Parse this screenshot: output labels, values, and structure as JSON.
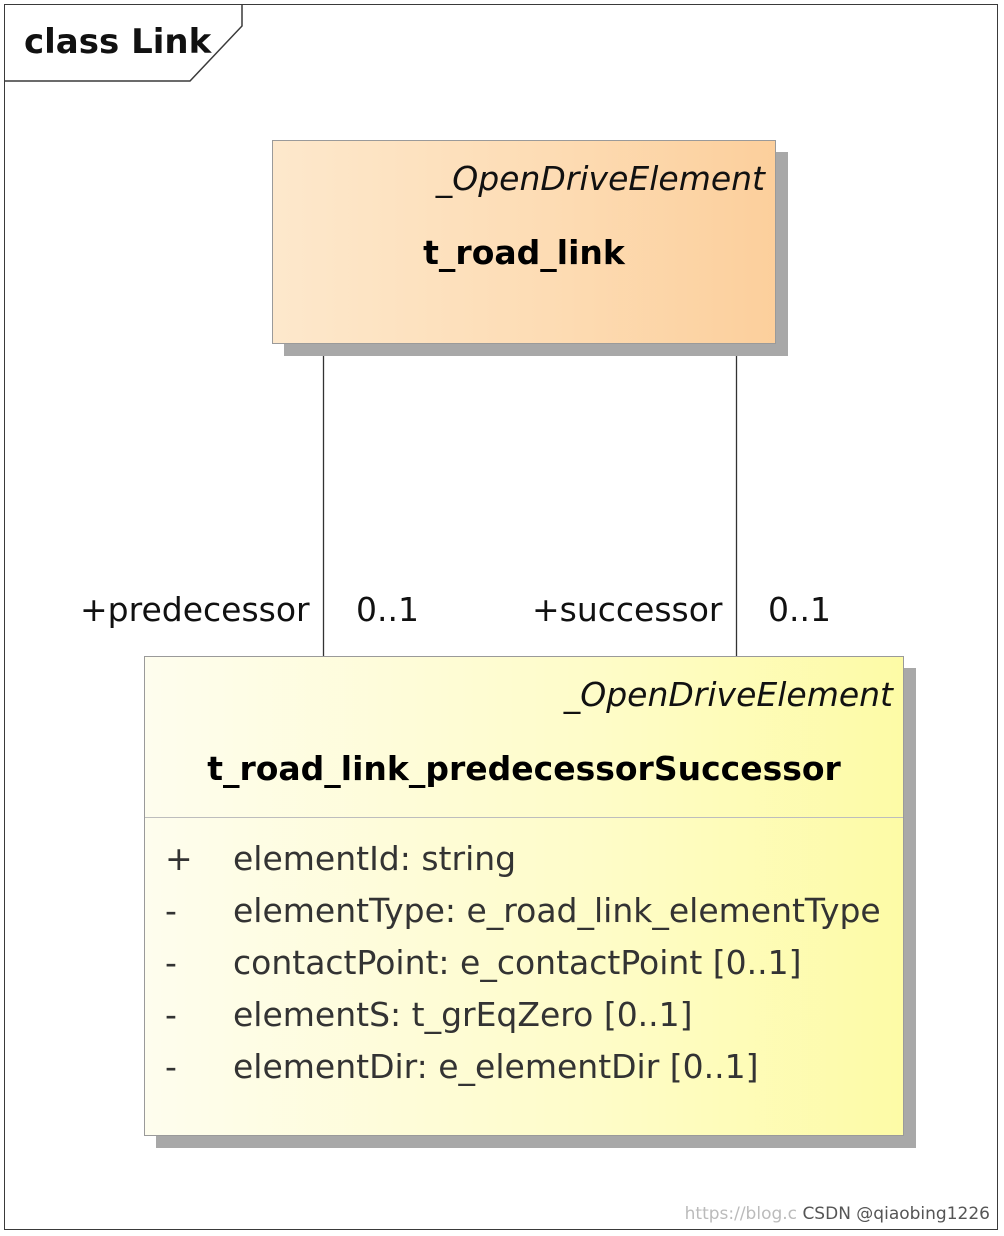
{
  "frame": {
    "title": "class Link"
  },
  "classes": {
    "road_link": {
      "stereotype": "_OpenDriveElement",
      "name": "t_road_link"
    },
    "pred_succ": {
      "stereotype": "_OpenDriveElement",
      "name": "t_road_link_predecessorSuccessor",
      "attributes": [
        {
          "visibility": "+",
          "text": "elementId: string"
        },
        {
          "visibility": "-",
          "text": "elementType: e_road_link_elementType"
        },
        {
          "visibility": "-",
          "text": "contactPoint: e_contactPoint [0..1]"
        },
        {
          "visibility": "-",
          "text": "elementS: t_grEqZero [0..1]"
        },
        {
          "visibility": "-",
          "text": "elementDir: e_elementDir [0..1]"
        }
      ]
    }
  },
  "associations": {
    "predecessor": {
      "role": "+predecessor",
      "multiplicity": "0..1"
    },
    "successor": {
      "role": "+successor",
      "multiplicity": "0..1"
    }
  },
  "watermark": {
    "faint": "https://blog.c",
    "strong": "CSDN @qiaobing1226"
  },
  "colors": {
    "top_class_fill": "#fddcb4",
    "bottom_class_fill": "#fefcc8",
    "shadow": "#a8a8a8",
    "line": "#333333"
  }
}
